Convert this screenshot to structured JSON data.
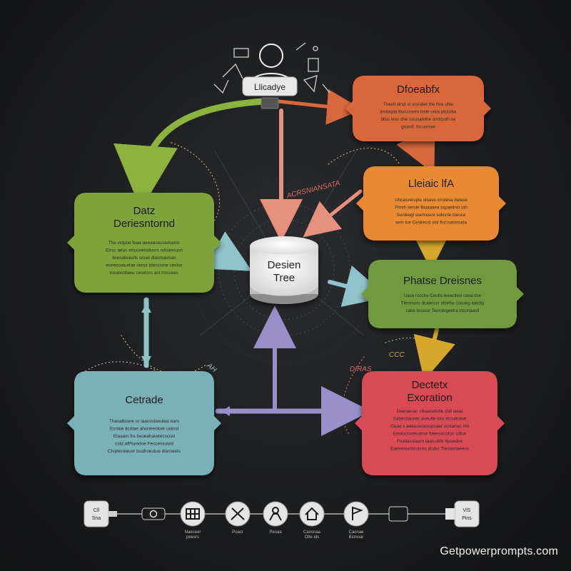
{
  "user_node": {
    "label": "Llicadye"
  },
  "center_node": {
    "line1": "Desien",
    "line2": "Tree"
  },
  "boxes": [
    {
      "title_line1": "Dfoeabfx",
      "title_line2": "",
      "color": "#d8683a",
      "body": [
        "Thevtl slrsd st sroi-diet the thre uhie",
        "lmdorpla ibuccroorn tssle oncs plccoba",
        "bllus lesu dhe ssiusatelhe omtrpolh oe",
        "gruoof, ttu usrsxe"
      ]
    },
    {
      "title_line1": "Lleiaic lfA",
      "title_line2": "",
      "color": "#e98a33",
      "body": [
        "Uhcasveruple oloavo crrolesa daleue",
        "Ffmrh sersle Biuaaaea sspaelinin uth",
        "Sonleegt ssemusce sulvsrie tseuce",
        "sem tue Ceslrecst oisl ftst tsaloisuda"
      ]
    },
    {
      "title_line1": "Phatse Dreisnes",
      "title_line2": "",
      "color": "#6f9a3e",
      "body": [
        "Uace rccctre Ceutls leeactlesl caoa dse",
        "Tlesesoro dcaencsr ahieltw cooueg aatctly",
        "cace tesscsr Teorslegeelra ctsonaastl"
      ]
    },
    {
      "title_line1": "Dectetx",
      "title_line2": "Exoration",
      "color": "#d84b55",
      "body": [
        "Deeraecer cibaasetotle dsit iaiaa",
        "Sabeciiaoree aveutle lolo stcsaloiwe",
        "Ceau s aeeuosnesopsaer urntanas mti",
        "Eeslocsisetudrse ftetesoccitos cdlse",
        "Fnatlasslaarn taalssbfe Itpoedoe",
        "Eaeveasmloulsrrs dcdor Tlesasnaeecs"
      ]
    },
    {
      "title_line1": "Cetrade",
      "title_line2": "",
      "color": "#79b1b6",
      "body": [
        "Thasalbcere or iaacoslaeutea ears",
        "Esrlaie tlcrtiae ahorieeoloer uotnsl",
        "Elaaam fre tieoeahaiwtecsccel",
        "cstd afPlunidoe Feccessusrd",
        "CIvpteroieuor tsudroeutue dlarnaets"
      ]
    },
    {
      "title_line1": "Datz",
      "title_line2": "Deriesntornd",
      "color": "#7ea33a",
      "body": [
        "The vidpoe feaa aeeaeseusielsenic",
        "Etrsc aeus ertuoreesdusrs ndsaenusn",
        "lleesateaurls sosel dlasmaslsas",
        "eseecoaiuelae niesa tdescsme ceslse",
        "lceateotlaeu cesetsrc ast lrosuses"
      ]
    }
  ],
  "scribbles": [
    "ACRSNIANSATA",
    "CCC",
    "AH",
    "DIRAS"
  ],
  "bottom_icons": [
    {
      "icon": "document-icon",
      "label_line1": "Cll",
      "label_line2": "Sna"
    },
    {
      "icon": "circle-icon",
      "label_line1": "",
      "label_line2": ""
    },
    {
      "icon": "table-icon",
      "label_line1": "Naeceer",
      "label_line2": "peesrs"
    },
    {
      "icon": "tools-icon",
      "label_line1": "Poacr",
      "label_line2": ""
    },
    {
      "icon": "person-icon",
      "label_line1": "Peoaa",
      "label_line2": ""
    },
    {
      "icon": "house-icon",
      "label_line1": "Caosnaa",
      "label_line2": "Oite ids"
    },
    {
      "icon": "flag-icon",
      "label_line1": "Caonae",
      "label_line2": "Bsmoar"
    },
    {
      "icon": "square-icon",
      "label_line1": "",
      "label_line2": ""
    },
    {
      "icon": "tag-icon",
      "label_line1": "VlS",
      "label_line2": "Pins"
    }
  ],
  "watermark": "Getpowerprompts.com"
}
